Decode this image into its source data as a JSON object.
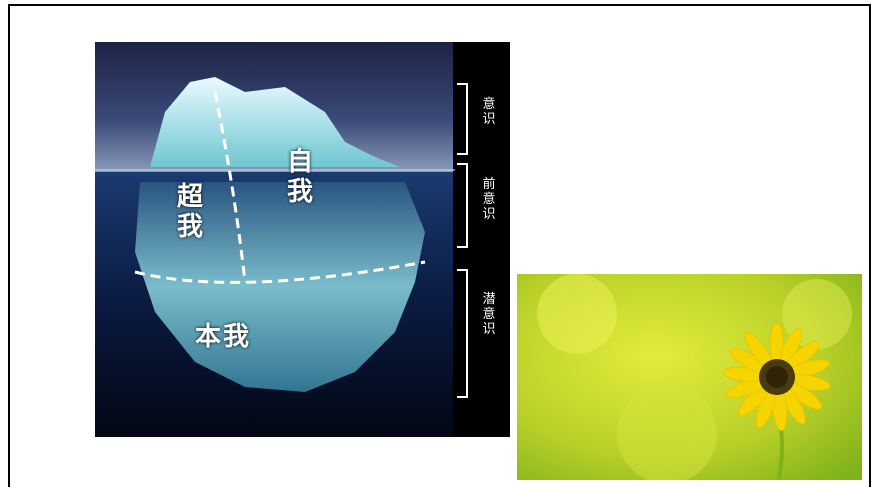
{
  "iceberg": {
    "ego_label": "自我",
    "superego_label": "超我",
    "id_label": "本我",
    "levels": {
      "conscious": "意识",
      "preconscious": "前意识",
      "unconscious": "潜意识"
    }
  },
  "colors": {
    "sky": "#2b3766",
    "ocean": "#0b1840",
    "ice": "#9fe3ea",
    "flower_bg": "#c8d82a",
    "petal": "#f5d400"
  }
}
